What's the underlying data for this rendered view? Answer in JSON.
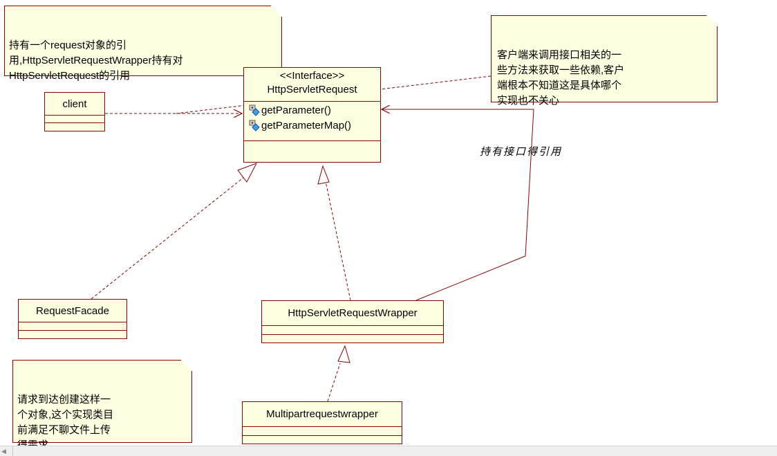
{
  "notes": {
    "wrapper_note": "持有一个request对象的引\n用,HttpServletRequestWrapper持有对\nHttpServletRequest的引用",
    "client_note": "客户端来调用接口相关的一\n些方法来获取一些依赖,客户\n端根本不知道这是具体哪个\n实现也不关心",
    "facade_note": "请求到达创建这样一\n个对象,这个实现类目\n前满足不聊文件上传\n得需求"
  },
  "classes": {
    "interface": {
      "stereotype": "<<Interface>>",
      "name": "HttpServletRequest",
      "operations": [
        "getParameter()",
        "getParameterMap()"
      ]
    },
    "client": {
      "name": "client"
    },
    "request_facade": {
      "name": "RequestFacade"
    },
    "wrapper": {
      "name": "HttpServletRequestWrapper"
    },
    "multipart": {
      "name": "Multipartrequestwrapper"
    }
  },
  "relations": {
    "association_label": "持有接口得引用"
  },
  "icons": {
    "operation": "public-operation-icon",
    "scroll_left": "scroll-left-arrow-icon"
  },
  "colors": {
    "fill": "#ffffe1",
    "border": "#8b0000",
    "line": "#8b0000"
  }
}
